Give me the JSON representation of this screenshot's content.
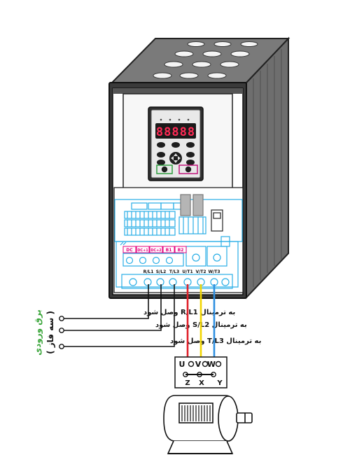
{
  "display": {
    "digits": "88888"
  },
  "terminal_blocks": {
    "pink_labels": [
      "DC",
      "DC+1",
      "DC+2",
      "B1",
      "B2"
    ],
    "terminal_labels": [
      "R/L1",
      "S/L2",
      "T/L3",
      "U/T1",
      "V/T2",
      "W/T3"
    ]
  },
  "input_label": {
    "line1": "برق ورودی",
    "line2": "( سه فاز )"
  },
  "wiring_notes": [
    "به ترمینال R/L1 وصل شود",
    "به ترمینال S/L2 وصل شود",
    "به ترمینال T/L3 وصل شود"
  ],
  "motor_box": {
    "top": [
      "U",
      "V",
      "W"
    ],
    "bottom": [
      "Z",
      "X",
      "Y"
    ]
  },
  "colors": {
    "u_wire": "#e0202a",
    "v_wire": "#f2d600",
    "w_wire": "#2f8fe0",
    "board": "#29aee6",
    "accent": "#e6007e",
    "label_green": "#3aa53a"
  }
}
